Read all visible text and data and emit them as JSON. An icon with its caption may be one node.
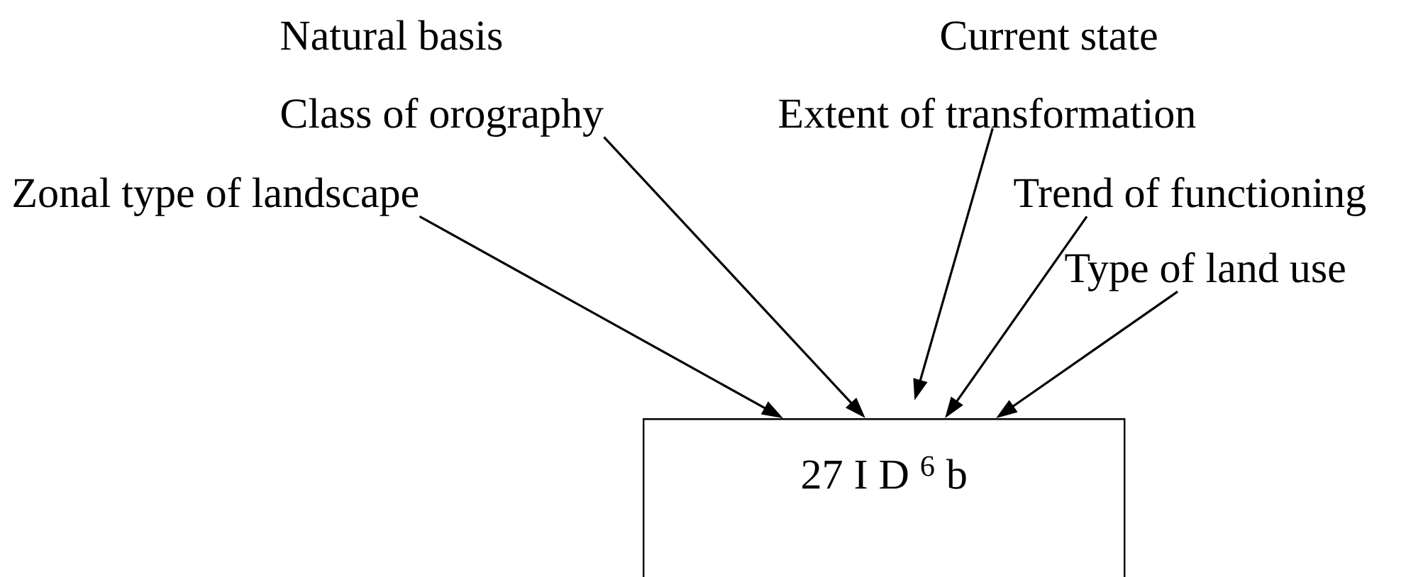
{
  "diagram": {
    "nodes": [
      {
        "text": [
          "Zonal type of landscape"
        ]
      },
      {
        "text": [
          "Class of orography"
        ]
      },
      {
        "text": [
          "Extent of transformation"
        ]
      },
      {
        "text": [
          "Trend of functioning"
        ]
      },
      {
        "text": [
          "Type of land use"
        ]
      },
      {
        "text": [
          "27 I D $^{6}$ b"
        ]
      }
    ],
    "edges": [
      {
        "from": 0,
        "to": 5,
        "arrow": "to"
      },
      {
        "from": 1,
        "to": 5,
        "arrow": "to"
      },
      {
        "from": 2,
        "to": 5,
        "arrow": "to"
      },
      {
        "from": 3,
        "to": 5,
        "arrow": "to"
      },
      {
        "from": 4,
        "to": 5,
        "arrow": "to"
      }
    ],
    "labels": [
      "Natural basis",
      "Current state"
    ]
  }
}
